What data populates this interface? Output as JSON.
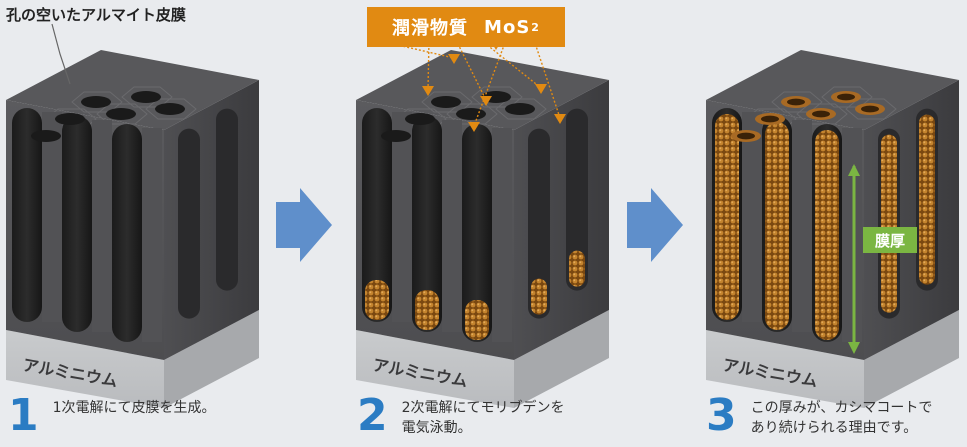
{
  "top_label": "孔の空いたアルマイト皮膜",
  "banner": {
    "text": "潤滑物質",
    "formula": "MoS",
    "subscript": "2"
  },
  "aluminium_label": "アルミニウム",
  "maku_label": "膜厚",
  "steps": [
    {
      "number": "1",
      "caption_lines": [
        "1次電解にて皮膜を生成。"
      ]
    },
    {
      "number": "2",
      "caption_lines": [
        "2次電解にてモリブデンを",
        "電気泳動。"
      ]
    },
    {
      "number": "3",
      "caption_lines": [
        "この厚みが、カシマコートで",
        "あり続けられる理由です。"
      ]
    }
  ],
  "colors": {
    "background": "#e9ebee",
    "arrow_blue": "#5f8fcb",
    "number_blue": "#2b7cc3",
    "banner_orange": "#e18a12",
    "mos_fill": "#a86a24",
    "thickness_green": "#7bb642"
  }
}
